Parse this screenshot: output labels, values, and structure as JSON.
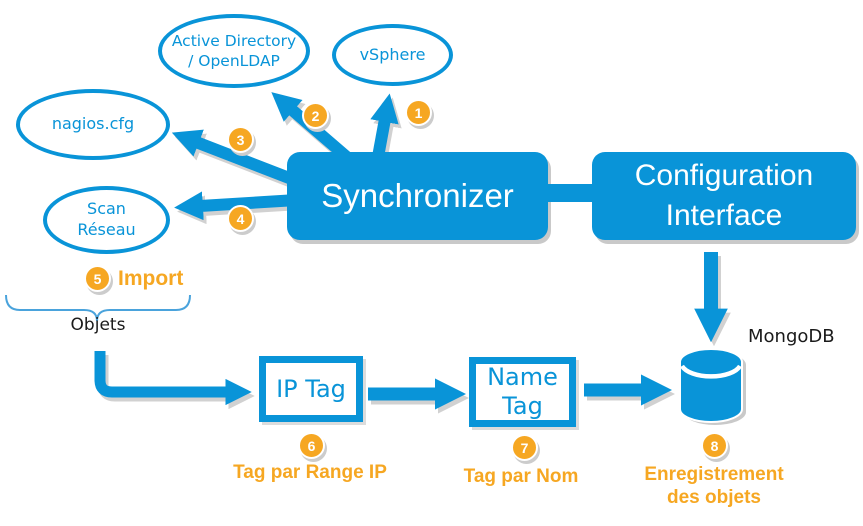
{
  "colors": {
    "blue": "#0994D8",
    "orange": "#F6A722",
    "shadow": "#C9C9C9",
    "dark": "#1A1A1A",
    "brace": "#4AA3DC"
  },
  "ovals": {
    "ad_line1": "Active Directory",
    "ad_line2": "/ OpenLDAP",
    "vsphere": "vSphere",
    "nagios": "nagios.cfg",
    "scan_line1": "Scan",
    "scan_line2": "Réseau"
  },
  "boxes": {
    "synchronizer": "Synchronizer",
    "configuration_line1": "Configuration",
    "configuration_line2": "Interface",
    "ip_tag": "IP Tag",
    "name_tag_line1": "Name",
    "name_tag_line2": "Tag"
  },
  "badges": {
    "b1": "1",
    "b2": "2",
    "b3": "3",
    "b4": "4",
    "b5": "5",
    "b6": "6",
    "b7": "7",
    "b8": "8"
  },
  "labels": {
    "import": "Import",
    "objets": "Objets",
    "mongodb": "MongoDB",
    "tag_par_range_ip": "Tag par Range IP",
    "tag_par_nom": "Tag par Nom",
    "enregistrement_line1": "Enregistrement",
    "enregistrement_line2": "des objets"
  }
}
